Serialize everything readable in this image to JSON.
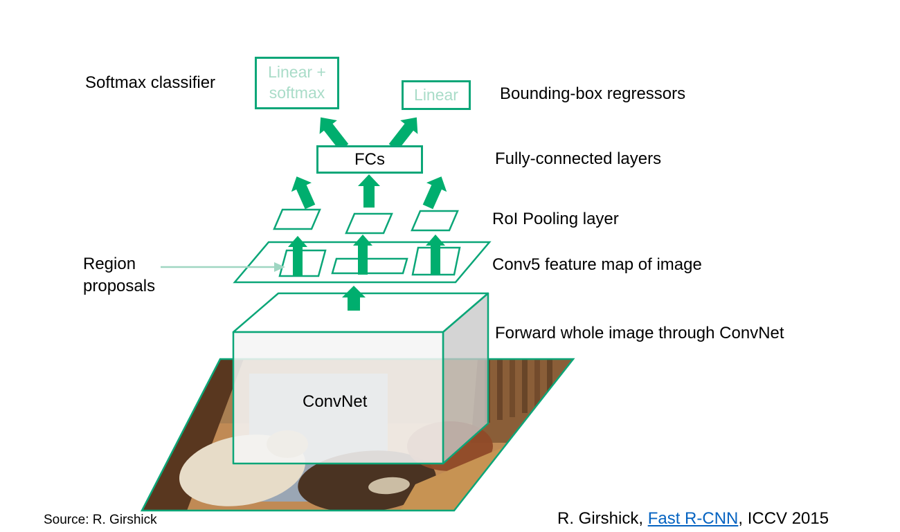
{
  "colors": {
    "accent_teal": "#0BA678",
    "arrow_green": "#00AE6E",
    "box_text_light": "#A9DCC8",
    "link_blue": "#0563C1"
  },
  "labels": {
    "softmax_classifier": "Softmax classifier",
    "bounding_box_regressors": "Bounding-box regressors",
    "fully_connected_layers": "Fully-connected layers",
    "roi_pooling_layer": "RoI Pooling layer",
    "conv5_feature_map": "Conv5 feature map of image",
    "forward_convnet": "Forward whole image through ConvNet",
    "region_proposals": "Region proposals"
  },
  "boxes": {
    "linear_softmax": "Linear +\nsoftmax",
    "linear": "Linear",
    "fcs": "FCs",
    "convnet": "ConvNet"
  },
  "footer": {
    "source": "Source: R. Girshick",
    "citation_prefix": "R. Girshick, ",
    "citation_link": "Fast R-CNN",
    "citation_suffix": ", ICCV 2015"
  }
}
